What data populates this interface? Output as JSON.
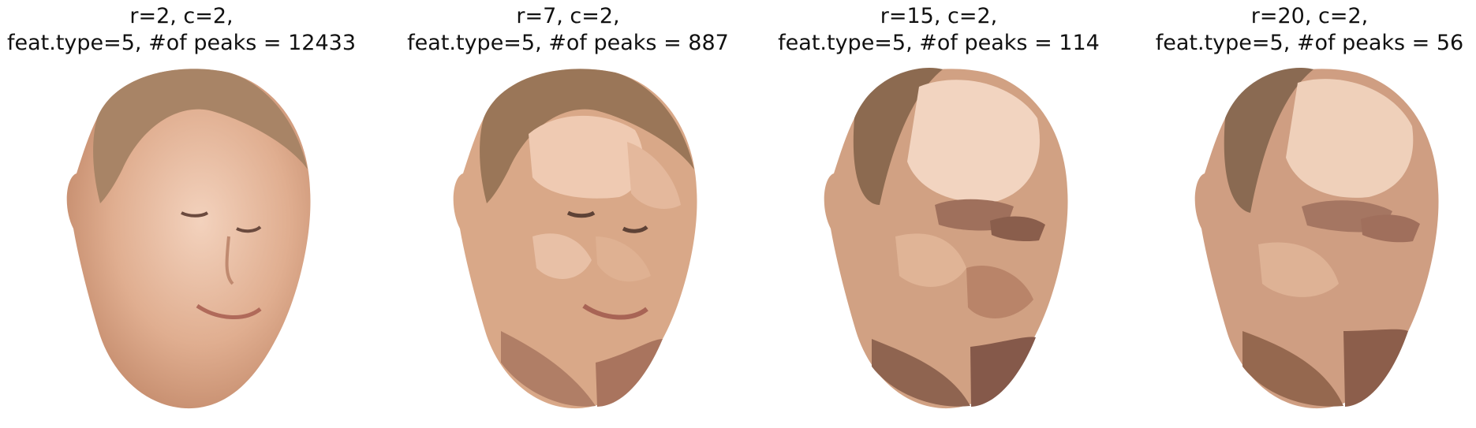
{
  "panels": [
    {
      "line1": "r=2, c=2,",
      "line2": "feat.type=5, #of peaks = 12433",
      "style": "photo"
    },
    {
      "line1": "r=7, c=2,",
      "line2": "feat.type=5, #of peaks = 887",
      "style": "seg-fine"
    },
    {
      "line1": "r=15, c=2,",
      "line2": "feat.type=5, #of peaks = 114",
      "style": "seg-mid"
    },
    {
      "line1": "r=20, c=2,",
      "line2": "feat.type=5, #of peaks = 56",
      "style": "seg-coarse"
    }
  ],
  "colors": {
    "skin_light": "#f0cdb4",
    "skin_mid": "#d9a888",
    "skin_dark": "#b4826a",
    "hair": "#8c6a50",
    "shadow": "#7a5648"
  }
}
